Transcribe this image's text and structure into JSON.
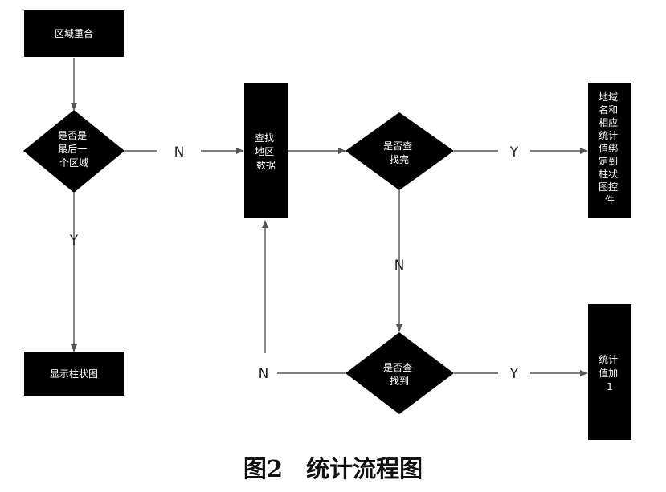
{
  "nodes": {
    "region_merge": "区域重合",
    "is_last_region": [
      "是否是",
      "最后一",
      "个区域"
    ],
    "find_region_data": [
      "查找",
      "地区",
      "数据"
    ],
    "is_search_done": [
      "是否查",
      "找完"
    ],
    "bind_region": [
      "地域",
      "名和",
      "相应",
      "统计",
      "值绑",
      "定到",
      "柱状",
      "图控",
      "件"
    ],
    "show_bar_chart": "显示柱状图",
    "is_found": [
      "是否查",
      "找到"
    ],
    "count_plus_one": [
      "统计",
      "值加",
      "1"
    ]
  },
  "edges": {
    "last_region_no": "N",
    "last_region_yes": "Y",
    "search_done_yes": "Y",
    "search_done_no": "N",
    "found_yes": "Y",
    "found_no": "N"
  },
  "caption": "图2　统计流程图",
  "colors": {
    "node_fill": "#000000",
    "line": "#555555",
    "node_text": "#ffffff"
  }
}
